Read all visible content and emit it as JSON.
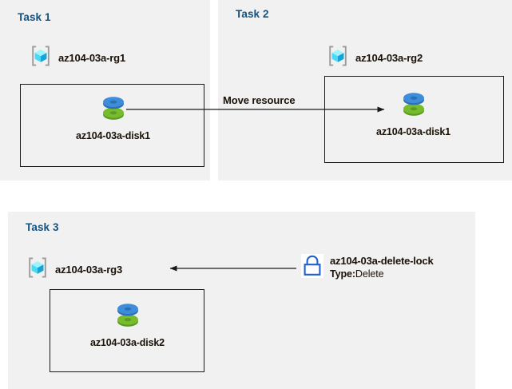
{
  "diagram": {
    "title": "Azure resource group tasks diagram",
    "background_color": "#ffffff",
    "panel_color": "#f1f1f1",
    "title_color": "#11537f",
    "text_color": "#1a1208",
    "line_color": "#1a1a1a"
  },
  "panels": [
    {
      "id": "task1",
      "title": "Task 1"
    },
    {
      "id": "task2",
      "title": "Task 2"
    },
    {
      "id": "task3",
      "title": "Task 3"
    }
  ],
  "resource_groups": [
    {
      "id": "rg1",
      "label": "az104-03a-rg1",
      "icon": "azure-resource-group-icon"
    },
    {
      "id": "rg2",
      "label": "az104-03a-rg2",
      "icon": "azure-resource-group-icon"
    },
    {
      "id": "rg3",
      "label": "az104-03a-rg3",
      "icon": "azure-resource-group-icon"
    }
  ],
  "disks": [
    {
      "id": "disk1a",
      "label": "az104-03a-disk1",
      "icon": "azure-disk-icon"
    },
    {
      "id": "disk1b",
      "label": "az104-03a-disk1",
      "icon": "azure-disk-icon"
    },
    {
      "id": "disk2",
      "label": "az104-03a-disk2",
      "icon": "azure-disk-icon"
    }
  ],
  "arrows": [
    {
      "id": "move-resource",
      "label": "Move resource",
      "direction": "right"
    },
    {
      "id": "lock-applied",
      "label": "",
      "direction": "left"
    }
  ],
  "lock": {
    "icon": "lock-icon",
    "name": "az104-03a-delete-lock",
    "type_key": "Type:",
    "type_value": "Delete",
    "icon_color": "#1f5fd0"
  },
  "icon_colors": {
    "cube_light": "#5fe6fb",
    "cube_mid": "#2bb7e8",
    "cube_dark": "#17a3d6",
    "bracket": "#9b9b9b",
    "disk_blue": "#3d8ddb",
    "disk_blue_dark": "#2d6fb5",
    "disk_green": "#76bc2d",
    "disk_green_dark": "#5d9a23"
  }
}
